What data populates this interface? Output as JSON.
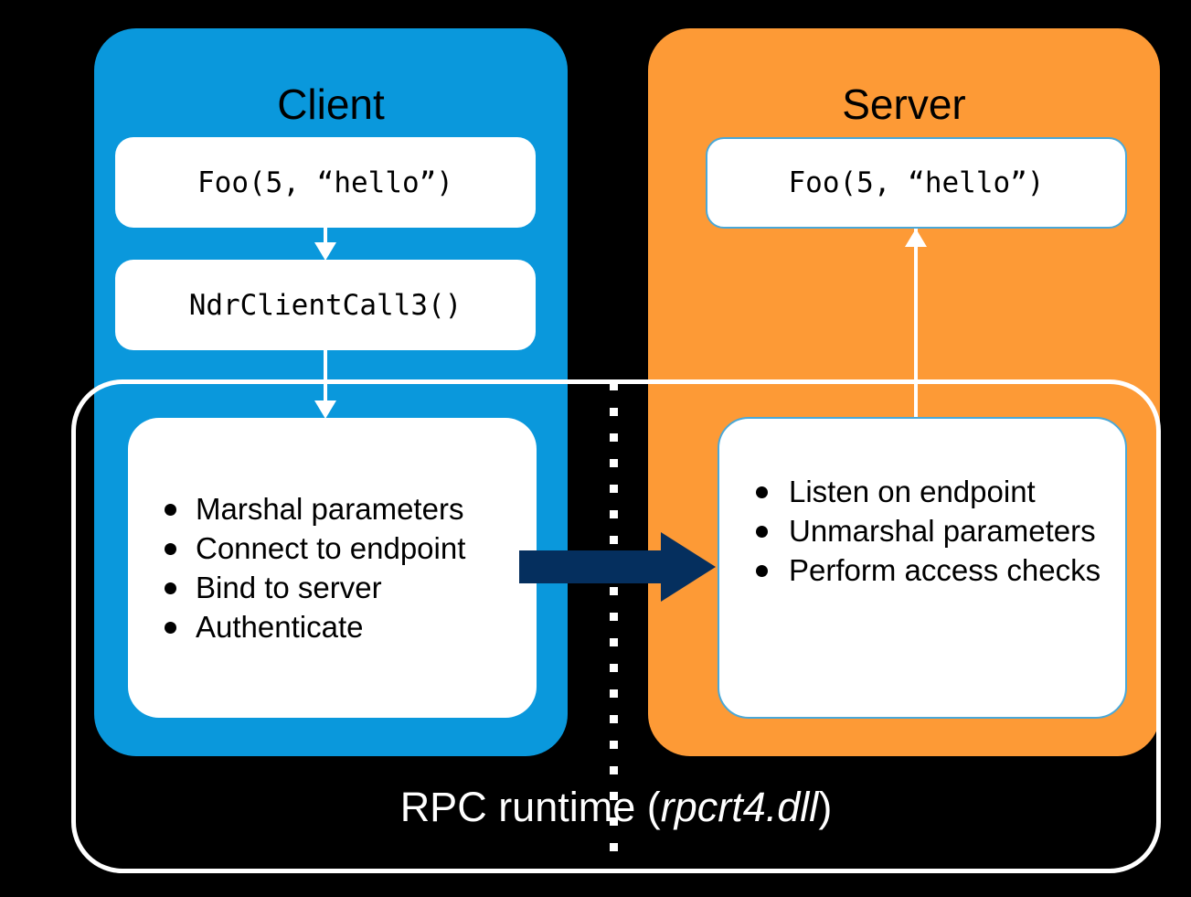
{
  "diagram": {
    "title": "RPC call flow between client and server",
    "colors": {
      "client_panel": "#0a98dc",
      "server_panel": "#fd9a36",
      "box_fill": "#ffffff",
      "box_border": "#4aa8d8",
      "transport_arrow": "#052f5e",
      "runtime_outline": "#ffffff",
      "background": "#000000",
      "text": "#000000",
      "runtime_label_text": "#ffffff"
    }
  },
  "client": {
    "title": "Client",
    "call_box": "Foo(5, “hello”)",
    "stub_box": "NdrClientCall3()",
    "steps": [
      "Marshal parameters",
      "Connect to endpoint",
      "Bind to server",
      "Authenticate"
    ]
  },
  "server": {
    "title": "Server",
    "call_box": "Foo(5, “hello”)",
    "steps": [
      "Listen on endpoint",
      "Unmarshal parameters",
      "Perform access checks"
    ]
  },
  "runtime": {
    "label_prefix": "RPC runtime (",
    "label_dll": "rpcrt4.dll",
    "label_suffix": ")"
  }
}
